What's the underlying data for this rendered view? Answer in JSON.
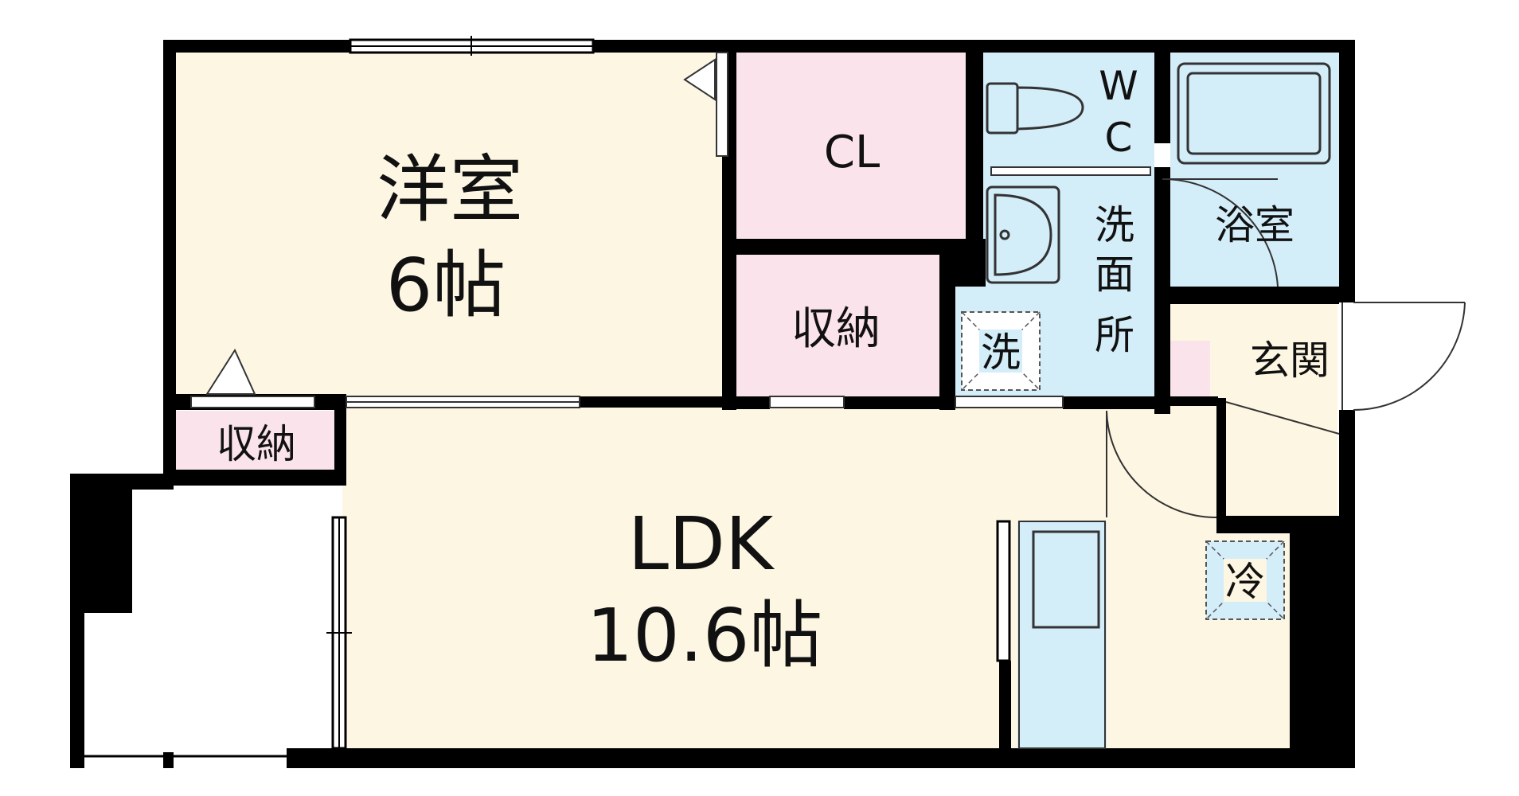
{
  "floorplan": {
    "rooms": {
      "western_room": {
        "name": "洋室",
        "size": "6帖"
      },
      "ldk": {
        "name": "LDK",
        "size": "10.6帖"
      },
      "closet": {
        "name": "CL"
      },
      "storage_center": {
        "name": "収納"
      },
      "storage_left": {
        "name": "収納"
      },
      "toilet": {
        "name": "WC",
        "line1": "W",
        "line2": "C"
      },
      "washroom": {
        "name": "洗面所",
        "line1": "洗",
        "line2": "面",
        "line3": "所"
      },
      "bathroom": {
        "name": "浴室"
      },
      "entrance": {
        "name": "玄関"
      }
    },
    "appliances": {
      "washer": "洗",
      "fridge": "冷"
    },
    "colors": {
      "wall": "#000000",
      "living_floor": "#fdf6e3",
      "storage_floor": "#fbe3ec",
      "wet_floor": "#d3edf9",
      "balcony": "#ffffff"
    }
  }
}
